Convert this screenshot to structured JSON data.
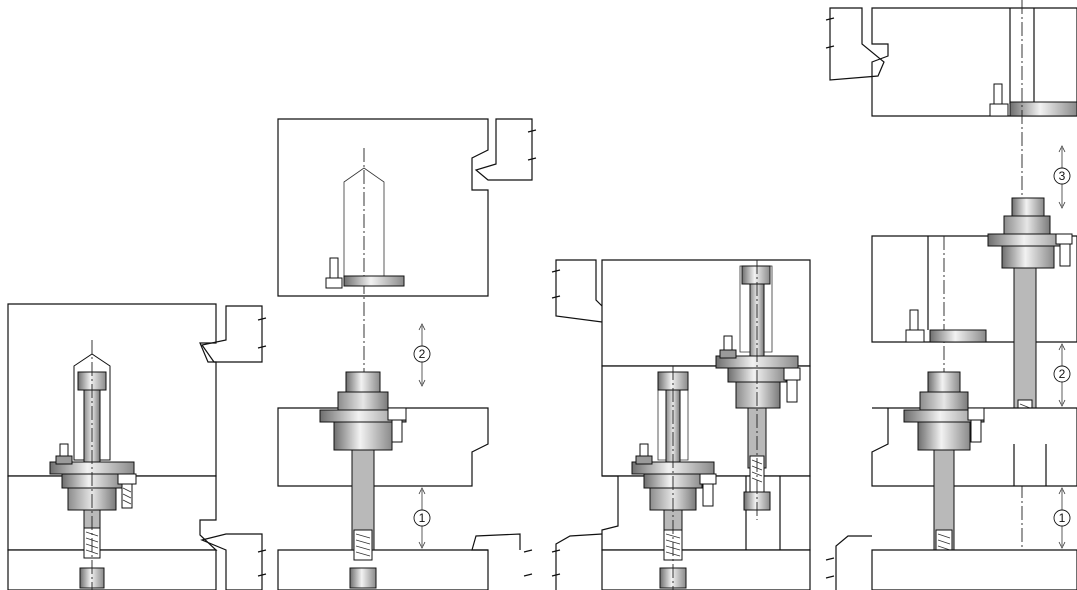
{
  "stage_markers": [
    {
      "id": "s1-a",
      "label": "1"
    },
    {
      "id": "s1-b",
      "label": "2"
    },
    {
      "id": "s3-a",
      "label": "1"
    },
    {
      "id": "s3-b",
      "label": "2"
    },
    {
      "id": "s3-c",
      "label": "3"
    }
  ],
  "colors": {
    "part_light": "#f2f2f2",
    "part_mid": "#b9b9b9",
    "part_dark": "#6e6e6e",
    "line": "#111111"
  }
}
